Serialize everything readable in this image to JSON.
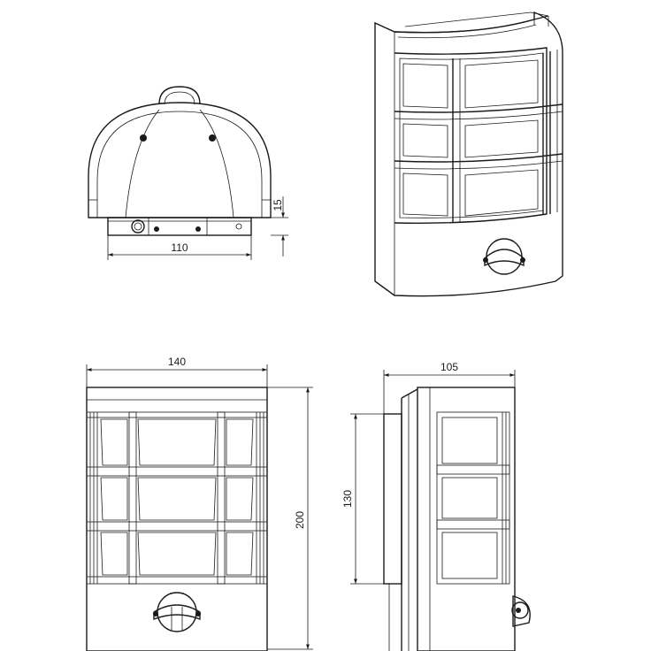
{
  "dimensions": {
    "top_depth": "15",
    "top_width": "110",
    "front_width": "140",
    "front_height": "200",
    "side_depth": "105",
    "side_height": "130"
  }
}
